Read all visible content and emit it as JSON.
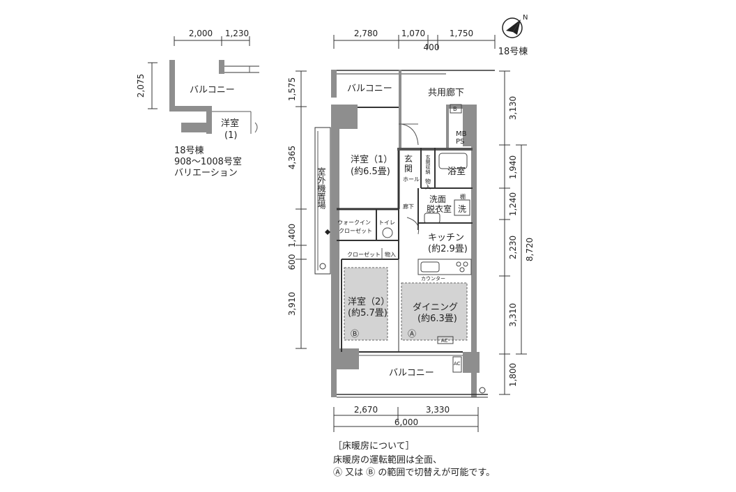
{
  "building": "18号棟",
  "variation": {
    "building": "18号棟",
    "rooms": "908～1008号室",
    "caption": "バリエーション",
    "balcony": "バルコニー",
    "room": "洋室",
    "room_no": "(1)",
    "dims_top": [
      "2,000",
      "1,230"
    ],
    "dim_left": "2,075"
  },
  "plan": {
    "top_dims": [
      "2,780",
      "1,070",
      "1,750"
    ],
    "top_sub": "400",
    "left_dims": [
      "1,575",
      "4,365",
      "1,400",
      "600",
      "3,910"
    ],
    "right_dims": [
      "3,130",
      "1,940",
      "1,240",
      "2,230",
      "3,310",
      "1,800"
    ],
    "right_total": "8,720",
    "bottom_dims": [
      "2,670",
      "3,330"
    ],
    "bottom_total": "6,000",
    "rooms": {
      "balcony_top": "バルコニー",
      "corridor": "共用廊下",
      "mbps_1": "MB",
      "mbps_2": "PS",
      "room1": "洋室（1）",
      "room1_size": "(約6.5畳)",
      "outdoor_unit": "室外機置場",
      "entrance_1": "玄",
      "entrance_2": "関",
      "shoe": "玄関収納",
      "hall": "ホール",
      "storage": "物入",
      "bath": "浴室",
      "hallway": "廊下",
      "wash_1": "洗面",
      "wash_2": "脱衣室",
      "linen": "棚",
      "washer": "洗",
      "wic_1": "ウォークイン",
      "wic_2": "クローゼット",
      "toilet": "トイレ",
      "kitchen": "キッチン",
      "kitchen_size": "(約2.9畳)",
      "closet": "クローゼット",
      "storage2": "物入",
      "counter": "カウンター",
      "room2": "洋室（2）",
      "room2_size": "(約5.7畳)",
      "dining": "ダイニング",
      "dining_size": "(約6.3畳)",
      "zone_a": "Ⓐ",
      "zone_b": "Ⓑ",
      "ac": "AC",
      "balcony_bottom": "バルコニー"
    }
  },
  "notes": {
    "heading": "［床暖房について］",
    "line1": "床暖房の運転範囲は全面、",
    "line2": "Ⓐ 又は Ⓑ の範囲で切替えが可能です。"
  }
}
